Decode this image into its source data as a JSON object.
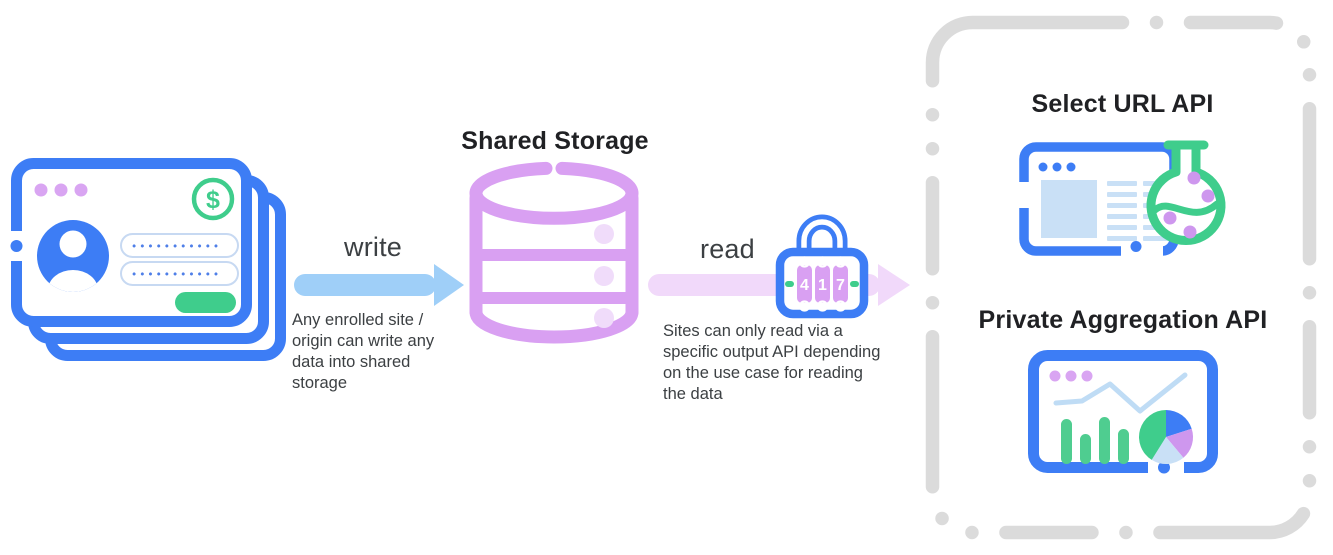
{
  "palette": {
    "blue": "#3d7df5",
    "sky_arrow": "#9fcff8",
    "pink_arrow": "#f1d9fa",
    "purple": "#d9a0f2",
    "purple_light": "#f0dcfa",
    "purple_dot": "#ce97ee",
    "green": "#3fcd8c",
    "light_blue_fill": "#c9e0f6",
    "dash_gray": "#dbdbdb",
    "title_text": "#202124",
    "body_text": "#3c4043"
  },
  "left_stack": {
    "icon": "stacked-browser-windows-login-icon",
    "dollar_symbol": "$",
    "password_dots": "•••••••••••"
  },
  "write_flow": {
    "label": "write",
    "caption": "Any enrolled site / origin can write any data into shared storage"
  },
  "shared_storage": {
    "title": "Shared Storage",
    "icon": "database-cylinder-icon"
  },
  "read_flow": {
    "label": "read",
    "caption": "Sites can only read via a specific output API depending on the use case for reading the data",
    "lock_icon": "combination-padlock-icon",
    "lock_digits": [
      "4",
      "1",
      "7"
    ]
  },
  "output_panel": {
    "border": "dashed-rounded-rectangle",
    "select_url": {
      "title": "Select URL API",
      "icon": "browser-window-with-flask-icon"
    },
    "private_aggregation": {
      "title": "Private Aggregation API",
      "icon": "dashboard-charts-icon"
    }
  }
}
